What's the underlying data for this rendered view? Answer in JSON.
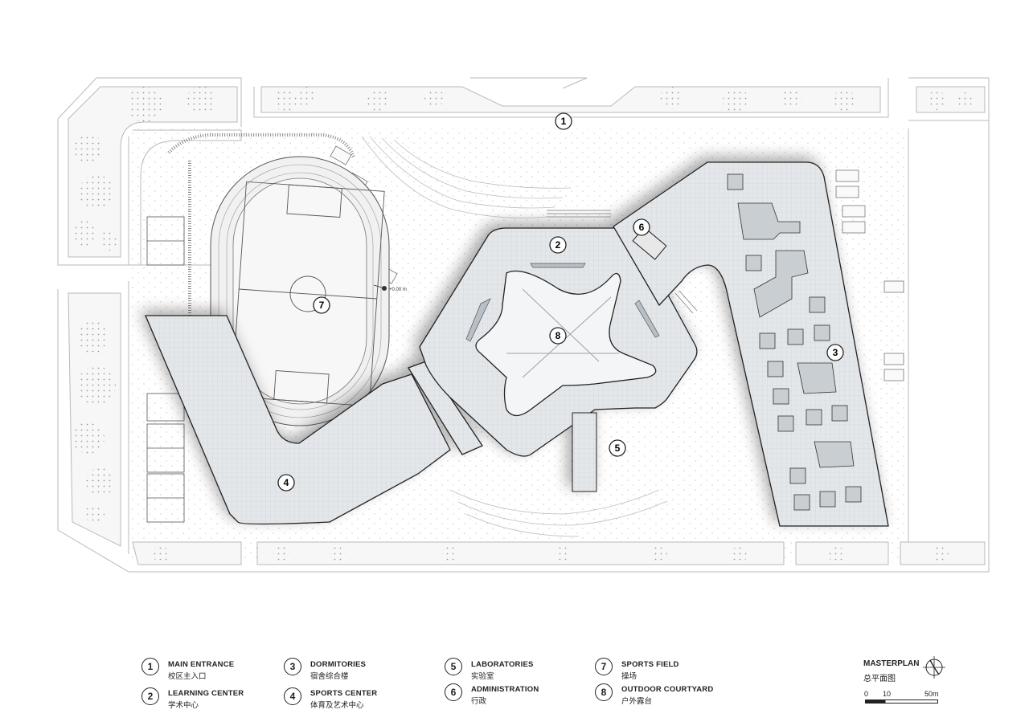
{
  "plan": {
    "markers": [
      {
        "num": "1"
      },
      {
        "num": "2"
      },
      {
        "num": "3"
      },
      {
        "num": "4"
      },
      {
        "num": "5"
      },
      {
        "num": "6"
      },
      {
        "num": "7"
      },
      {
        "num": "8"
      }
    ],
    "elevation_label": "+0.00 m"
  },
  "legend": [
    {
      "num": "1",
      "en": "MAIN ENTRANCE",
      "zh": "校区主入口"
    },
    {
      "num": "2",
      "en": "LEARNING CENTER",
      "zh": "学术中心"
    },
    {
      "num": "3",
      "en": "DORMITORIES",
      "zh": "宿舍综合楼"
    },
    {
      "num": "4",
      "en": "SPORTS CENTER",
      "zh": "体育及艺术中心"
    },
    {
      "num": "5",
      "en": "LABORATORIES",
      "zh": "实验室"
    },
    {
      "num": "6",
      "en": "ADMINISTRATION",
      "zh": "行政"
    },
    {
      "num": "7",
      "en": "SPORTS FIELD",
      "zh": "操场"
    },
    {
      "num": "8",
      "en": "OUTDOOR COURTYARD",
      "zh": "户外露台"
    }
  ],
  "title": {
    "en": "MASTERPLAN",
    "zh": "总平面图"
  },
  "scale": {
    "labels": [
      "0",
      "10",
      "50m"
    ]
  },
  "colors": {
    "line": "#222222",
    "light_line": "#b9b9b9",
    "building_fill": "#e3e6e9",
    "tree_dots": "#9a9a9a"
  }
}
